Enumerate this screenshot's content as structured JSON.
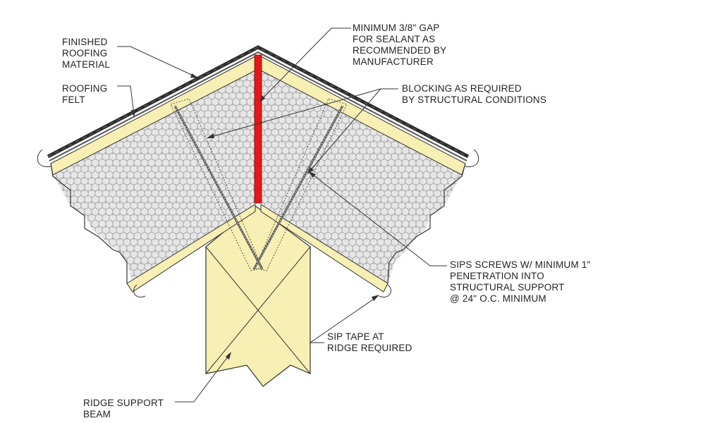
{
  "colors": {
    "skin": "#f7efb3",
    "beam": "#f7efb3",
    "foam_fill": "#e6e6e6",
    "foam_cell": "#8a8a8a",
    "sealant": "#e31818",
    "roofing": "#2b2b2b",
    "line": "#333333"
  },
  "labels": {
    "finished_roofing": [
      "FINISHED",
      "ROOFING",
      "MATERIAL"
    ],
    "roofing_felt": [
      "ROOFING",
      "FELT"
    ],
    "sealant_gap": [
      "MINIMUM 3/8\" GAP",
      "FOR SEALANT AS",
      "RECOMMENDED BY",
      "MANUFACTURER"
    ],
    "blocking": [
      "BLOCKING AS REQUIRED",
      "BY STRUCTURAL CONDITIONS"
    ],
    "sips_screws": [
      "SIPS SCREWS W/ MINIMUM 1\"",
      "PENETRATION INTO",
      "STRUCTURAL SUPPORT",
      "@ 24\" O.C. MINIMUM"
    ],
    "sip_tape": [
      "SIP TAPE AT",
      "RIDGE REQUIRED"
    ],
    "ridge_beam": [
      "RIDGE SUPPORT",
      "BEAM"
    ]
  }
}
